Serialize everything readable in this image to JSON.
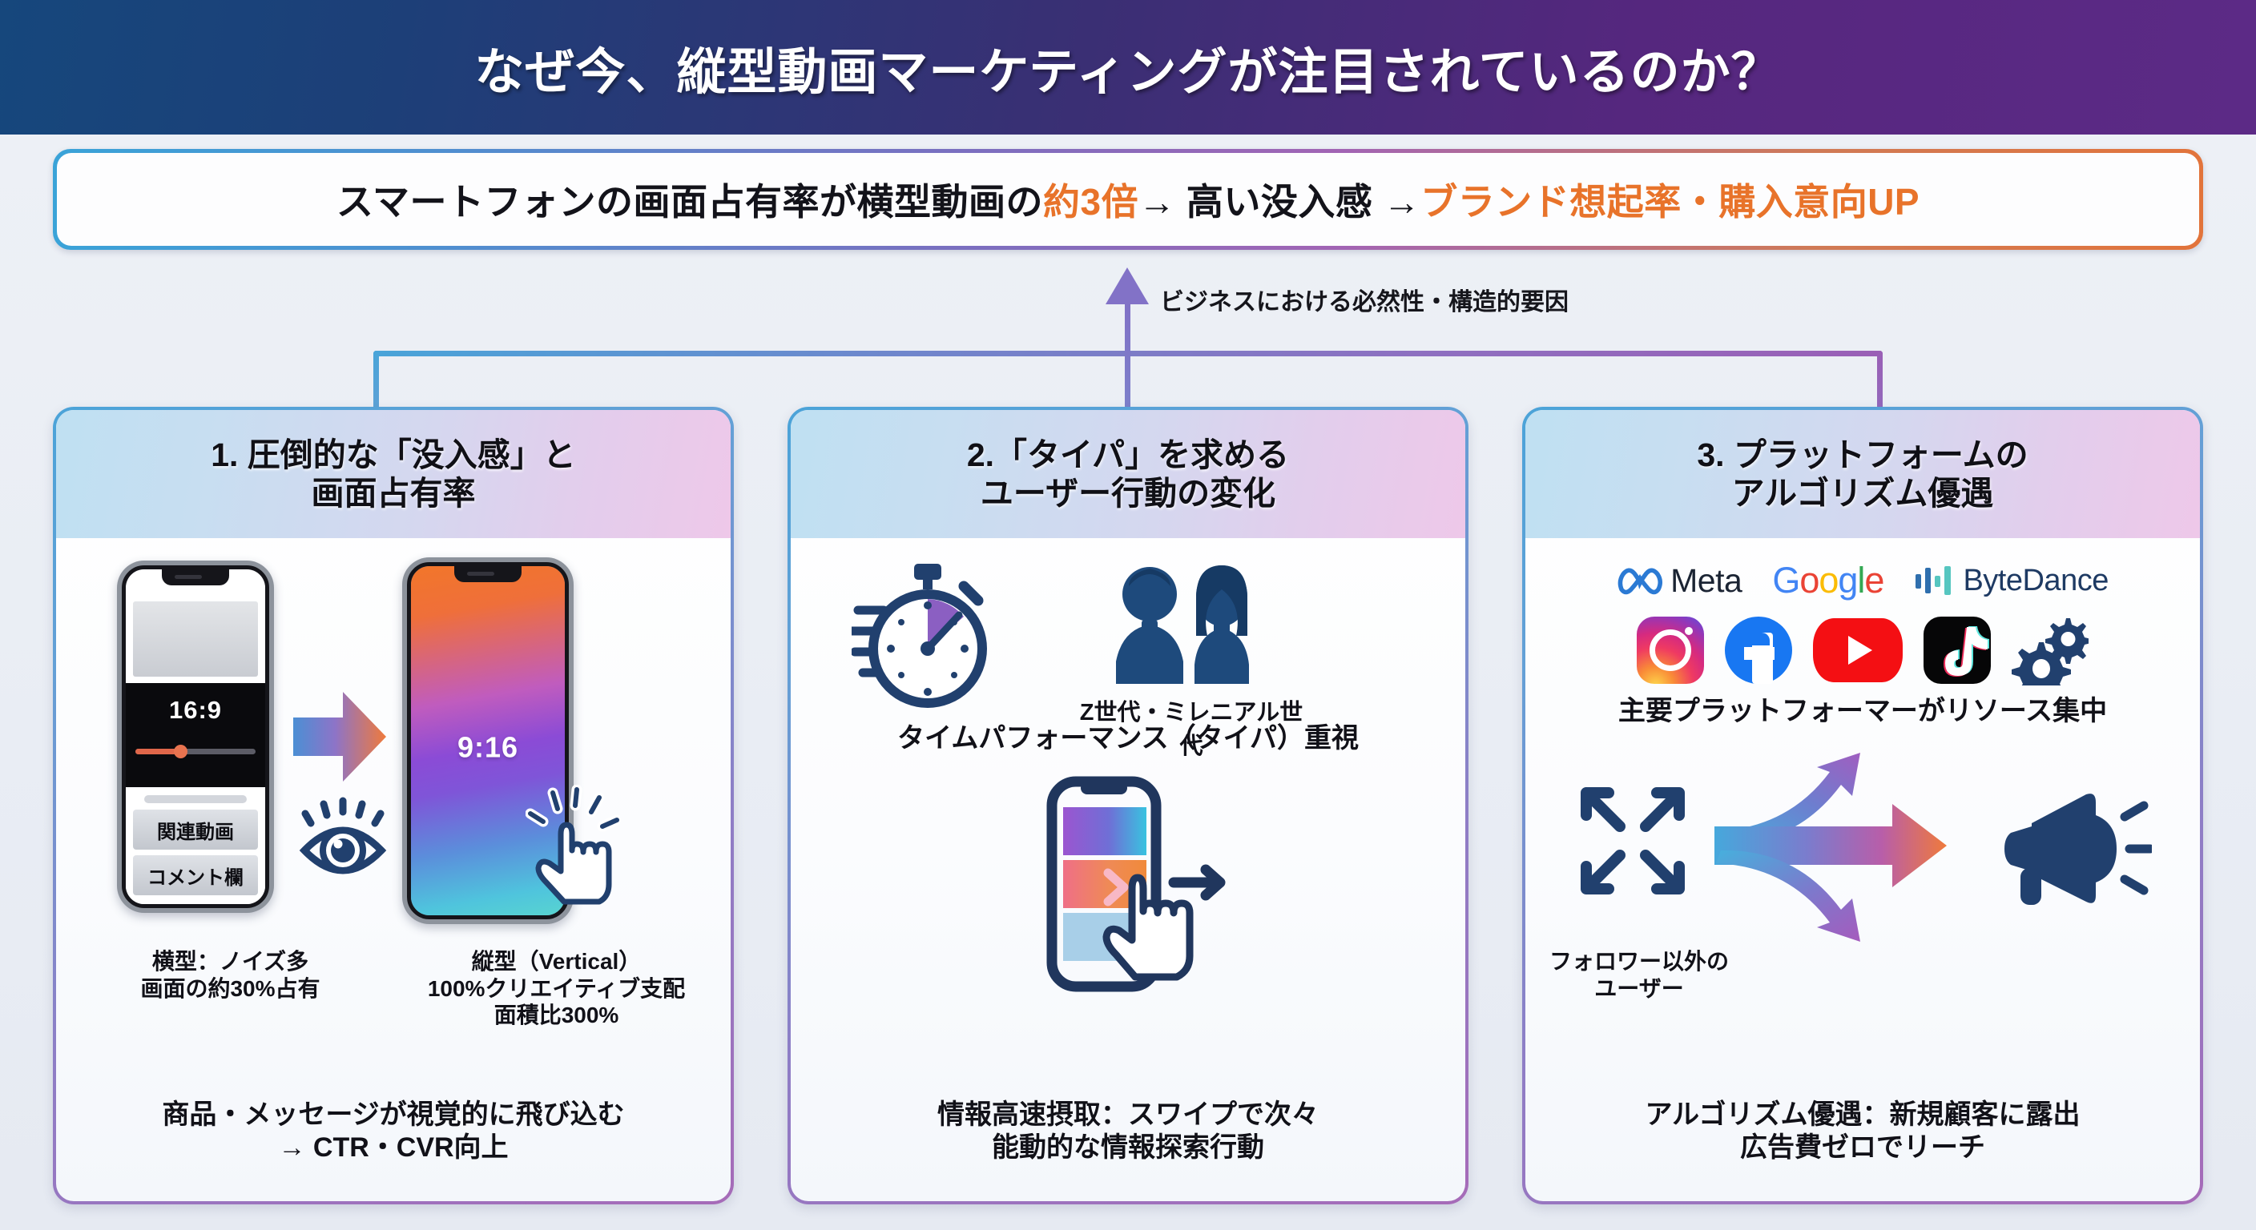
{
  "header": {
    "title": "なぜ今、縦型動画マーケティングが注目されているのか？"
  },
  "banner": {
    "part1": "スマートフォンの画面占有率が横型動画の",
    "highlight1": "約3倍",
    "part2": " → 高い没入感 → ",
    "highlight2": "ブランド想起率・購入意向UP"
  },
  "connector": {
    "label": "ビジネスにおける必然性・構造的要因"
  },
  "cards": [
    {
      "title_line1": "1. 圧倒的な「没入感」と",
      "title_line2": "画面占有率",
      "phone_horizontal": {
        "ratio": "16:9",
        "item1": "関連動画",
        "item2": "コメント欄"
      },
      "phone_vertical": {
        "ratio": "9:16"
      },
      "caption_left_line1": "横型：ノイズ多",
      "caption_left_line2": "画面の約30%占有",
      "caption_right_line1": "縦型（Vertical）",
      "caption_right_line2": "100%クリエイティブ支配",
      "caption_right_line3": "面積比300%",
      "bottom_line1": "商品・メッセージが視覚的に飛び込む",
      "bottom_line2": "→ CTR・CVR向上"
    },
    {
      "title_line1": "2.「タイパ」を求める",
      "title_line2": "ユーザー行動の変化",
      "generation_label": "Z世代・ミレニアル世代",
      "mid_caption": "タイムパフォーマンス（タイパ）重視",
      "bottom_line1": "情報高速摂取：スワイプで次々",
      "bottom_line2": "能動的な情報探索行動"
    },
    {
      "title_line1": "3. プラットフォームの",
      "title_line2": "アルゴリズム優遇",
      "brands": [
        {
          "name": "Meta",
          "icon": "meta-logo-icon"
        },
        {
          "name": "Google",
          "icon": "google-logo-icon"
        },
        {
          "name": "ByteDance",
          "icon": "bytedance-logo-icon"
        }
      ],
      "social_icons": [
        "instagram-icon",
        "facebook-icon",
        "youtube-icon",
        "tiktok-icon",
        "gears-icon"
      ],
      "mid_caption": "主要プラットフォーマーがリソース集中",
      "follower_label_line1": "フォロワー以外の",
      "follower_label_line2": "ユーザー",
      "bottom_line1": "アルゴリズム優遇：新規顧客に露出",
      "bottom_line2": "広告費ゼロでリーチ"
    }
  ],
  "colors": {
    "title_bg_start": "#16477c",
    "title_bg_end": "#5c2a86",
    "accent_orange": "#e8732a",
    "accent_blue": "#4ba3d8",
    "accent_purple": "#a66bb8",
    "icon_navy": "#1e3a64"
  }
}
